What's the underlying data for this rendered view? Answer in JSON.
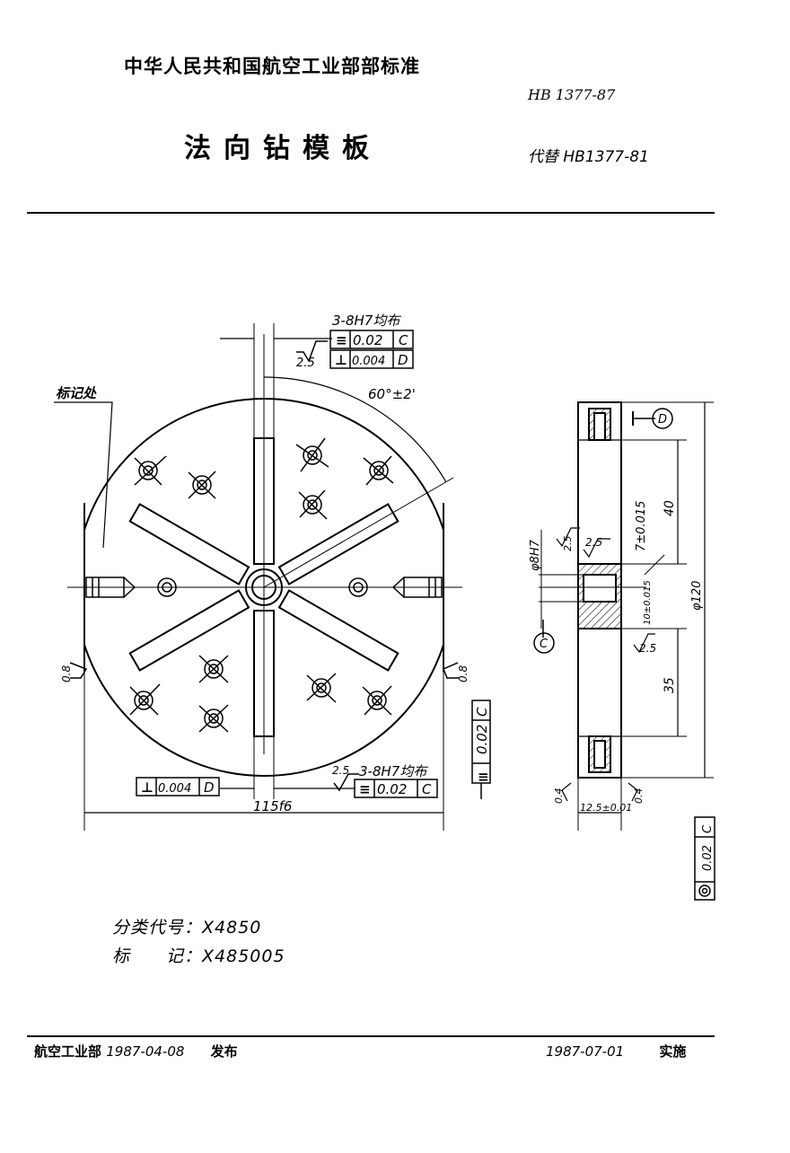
{
  "header": {
    "organization": "中华人民共和国航空工业部部标准",
    "standard_code": "HB 1377-87",
    "title": "法向钻模板",
    "replaces": "代替 HB1377-81"
  },
  "drawing": {
    "marking_label": "标记处",
    "hole_spec_top": "3-8H7均布",
    "hole_spec_bottom": "3-8H7均布",
    "tol_symmetry_top": "0.02",
    "tol_symmetry_bottom": "0.02",
    "datum_c": "C",
    "tol_perp_top": "0.004",
    "tol_perp_bottom": "0.004",
    "datum_d": "D",
    "roughness_2_5": "2.5",
    "roughness_0_8": "0.8",
    "roughness_0_4": "0.4",
    "angle": "60°±2'",
    "dia_left": "115f6",
    "right_tol_value": "0.02",
    "side_tol_value": "0.02",
    "dim_phi8h7": "φ8H7",
    "dim_7": "7±0.015",
    "dim_40": "40",
    "dim_phi120": "φ120",
    "dim_10": "10±0.015",
    "dim_35": "35",
    "dim_width": "12.5±0.01",
    "datum_c_circle": "C",
    "datum_d_circle": "D"
  },
  "classification": {
    "code_label": "分类代号：",
    "code_value": "X4850",
    "mark_label": "标　　记：",
    "mark_value": "X485005"
  },
  "footer": {
    "issuer": "航空工业部",
    "issue_date": "1987-04-08",
    "issued_word": "发布",
    "effective_date": "1987-07-01",
    "effective_word": "实施"
  }
}
